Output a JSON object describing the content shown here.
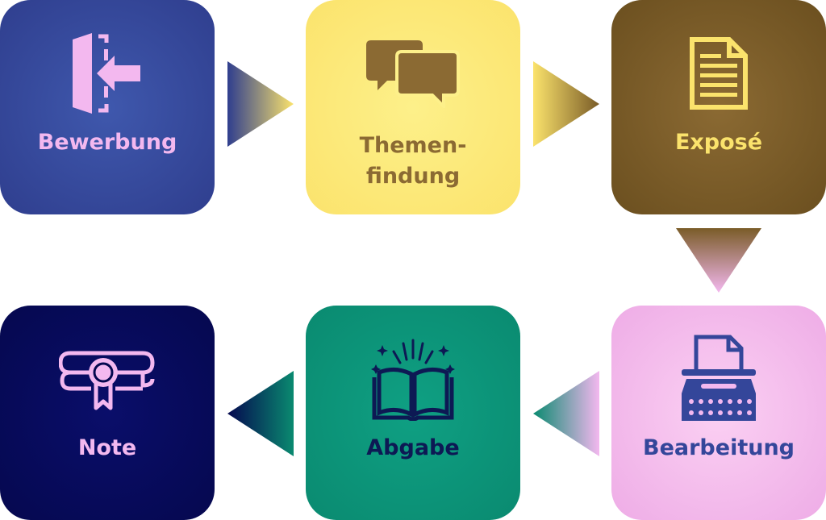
{
  "steps": [
    {
      "label": "Bewerbung",
      "icon": "sign-in-icon"
    },
    {
      "label": "Themen-\nfindung",
      "icon": "chat-bubbles-icon"
    },
    {
      "label": "Exposé",
      "icon": "document-icon"
    },
    {
      "label": "Bearbeitung",
      "icon": "typewriter-icon"
    },
    {
      "label": "Abgabe",
      "icon": "open-book-icon"
    },
    {
      "label": "Note",
      "icon": "diploma-icon"
    }
  ],
  "colors": {
    "navy_blue": "#2f3e8e",
    "yellow": "#fbe36c",
    "brown": "#7a5c28",
    "pink": "#f3b8ef",
    "teal": "#0a8a70",
    "dark_navy": "#05084f"
  }
}
